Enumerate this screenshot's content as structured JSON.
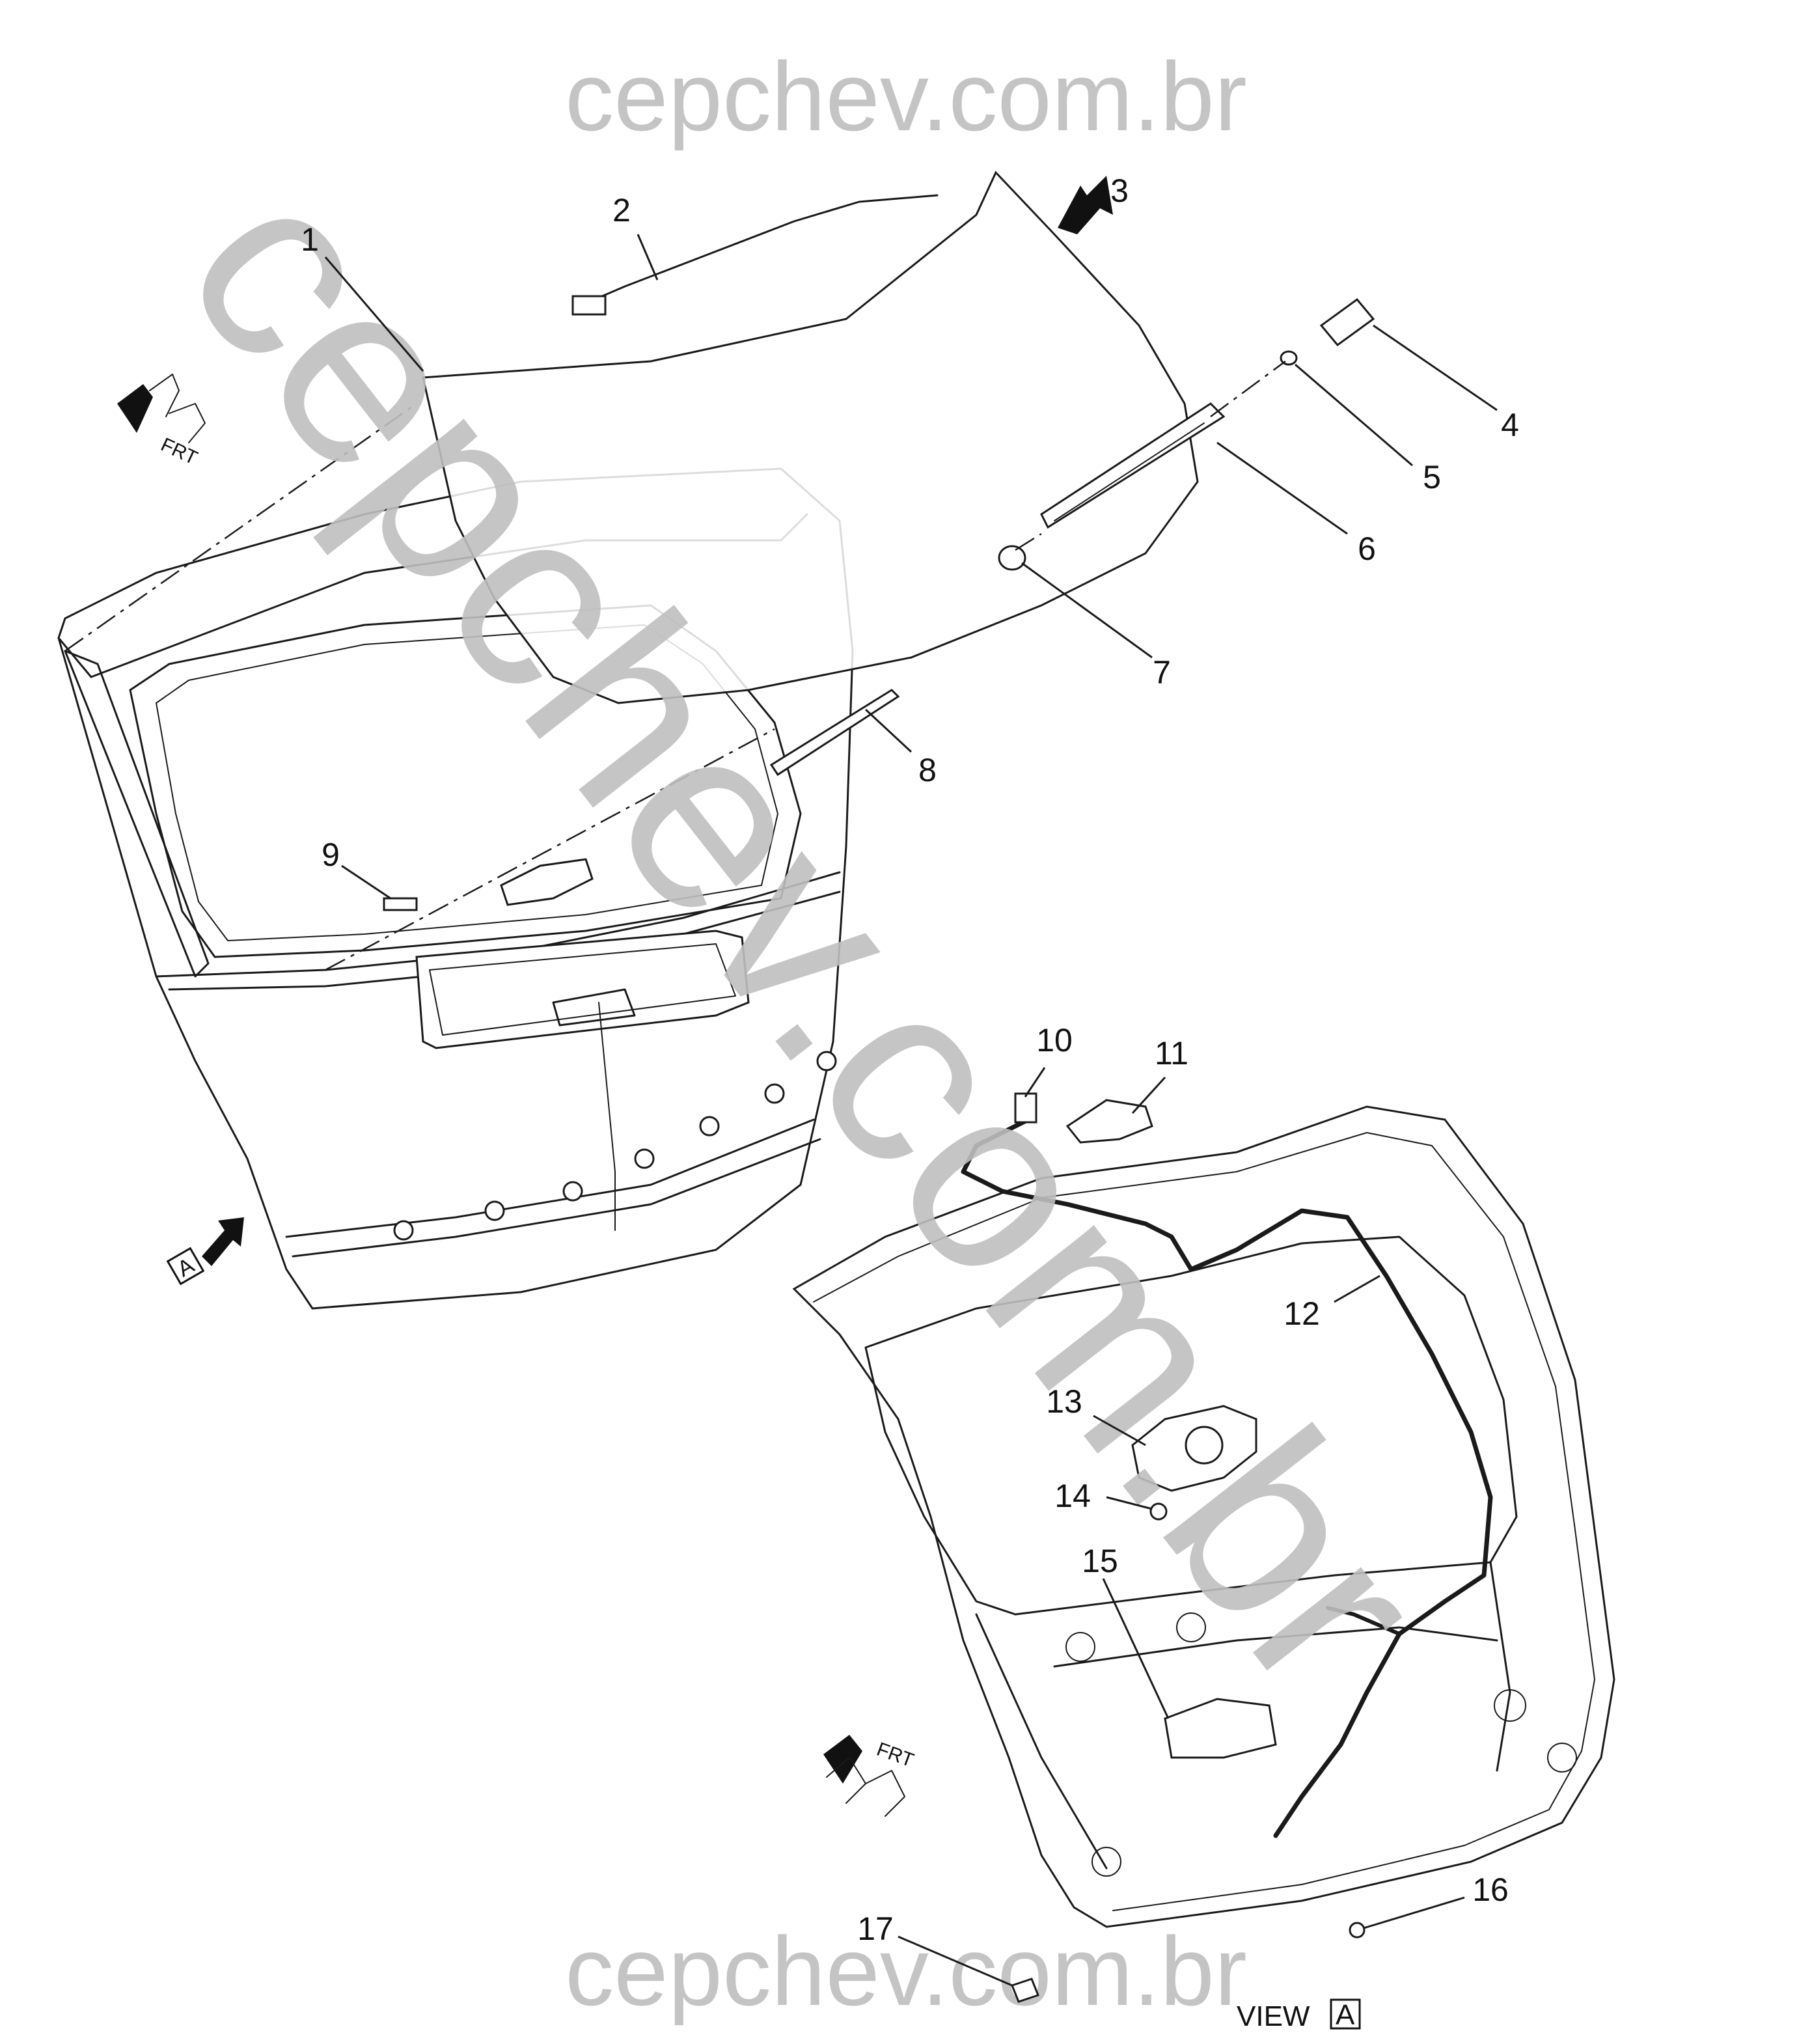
{
  "watermark": {
    "top": "cepchev.com.br",
    "bottom": "cepchev.com.br",
    "diagonal": "cepchev.com.br"
  },
  "callouts": [
    "1",
    "2",
    "3",
    "4",
    "5",
    "6",
    "7",
    "8",
    "9",
    "10",
    "11",
    "12",
    "13",
    "14",
    "15",
    "16",
    "17"
  ],
  "direction_markers": {
    "frt": "FRT",
    "view_letter": "A"
  },
  "view_label": {
    "prefix": "VIEW",
    "letter": "A"
  }
}
